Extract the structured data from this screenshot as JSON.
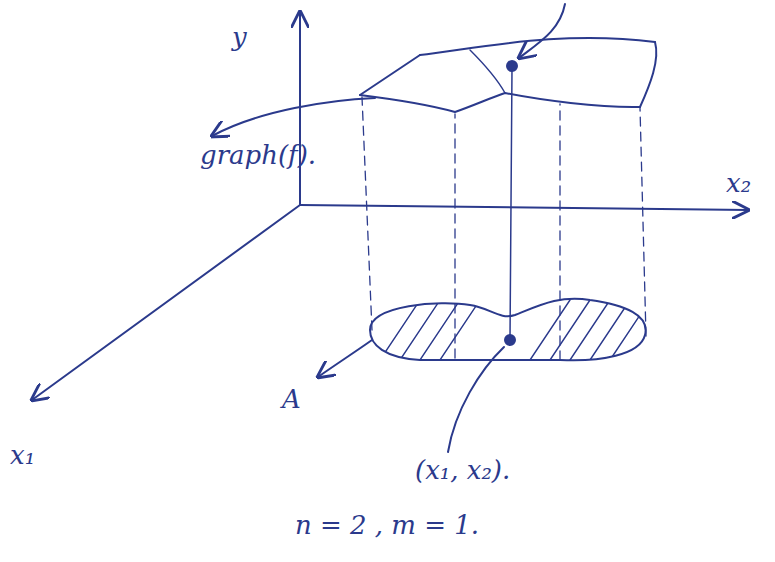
{
  "diagram": {
    "labels": [
      "y",
      "x₂",
      "graph(f).",
      "A",
      "x₁",
      "(x₁, x₂).",
      "n = 2 , m = 1."
    ]
  }
}
